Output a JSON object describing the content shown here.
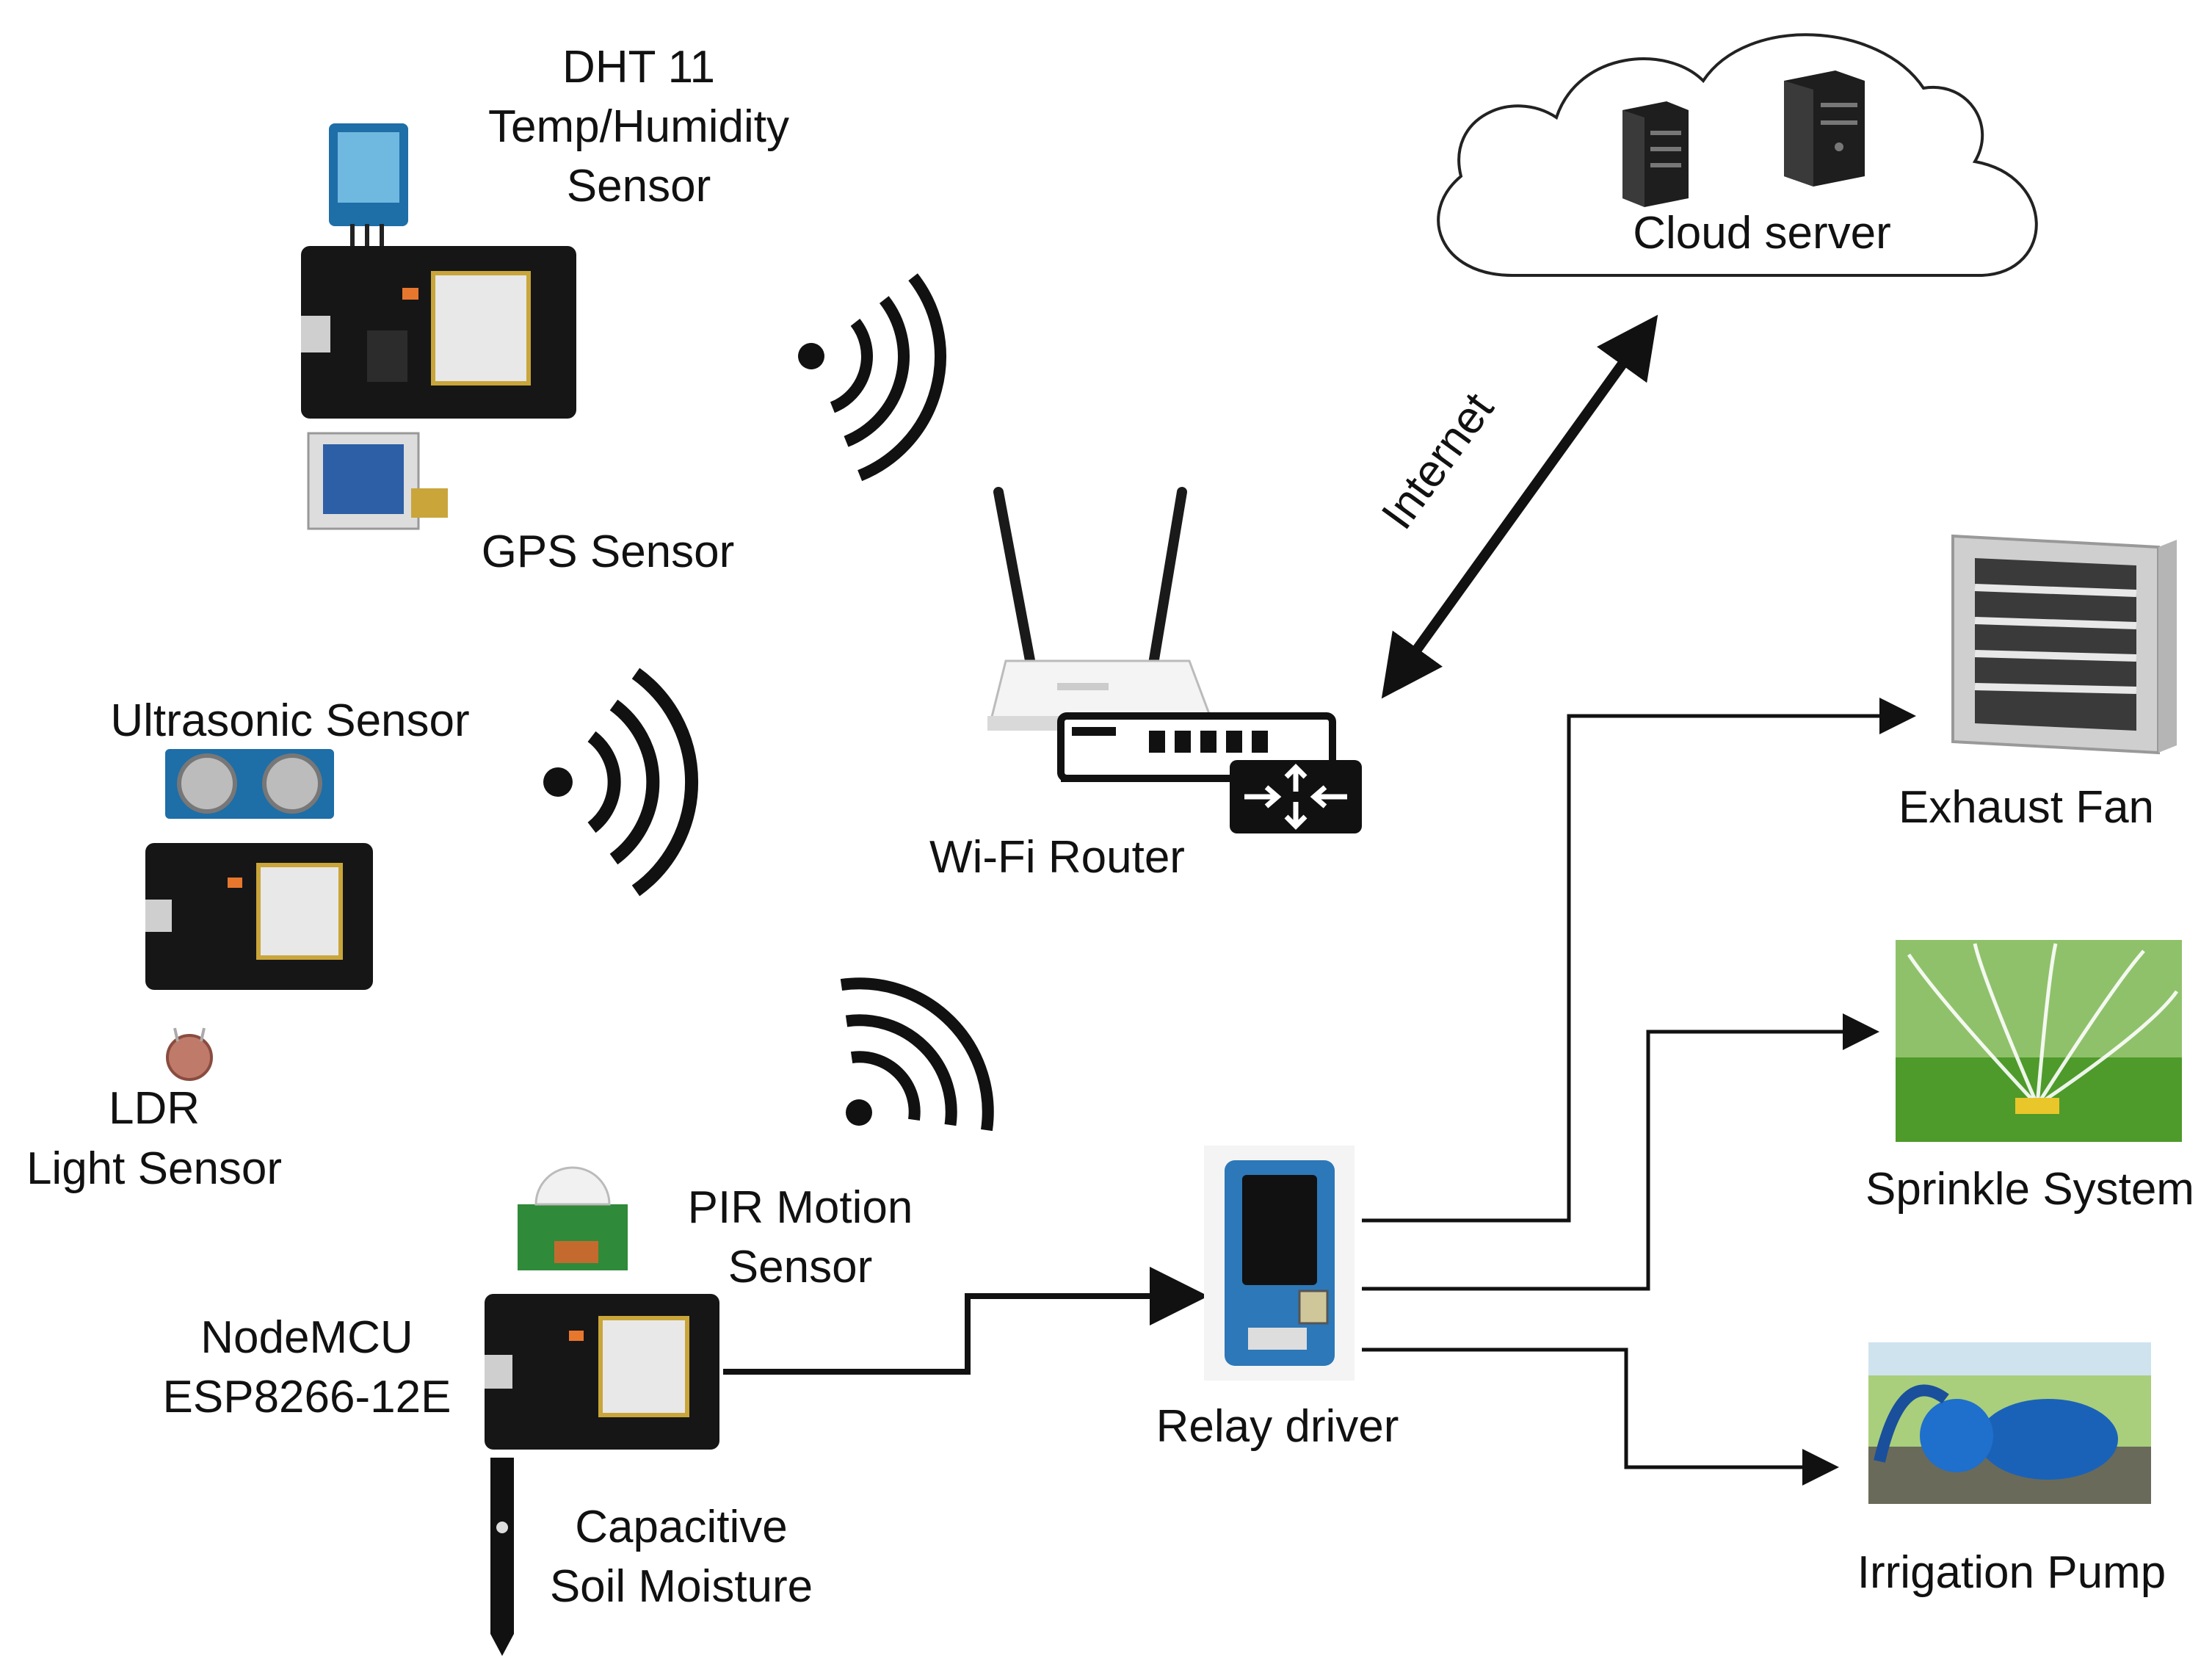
{
  "labels": {
    "dht11": [
      "DHT 11",
      "Temp/Humidity",
      "Sensor"
    ],
    "gps": "GPS Sensor",
    "ultrasonic": "Ultrasonic Sensor",
    "ldr": [
      "LDR",
      "Light Sensor"
    ],
    "pir": [
      "PIR Motion",
      "Sensor"
    ],
    "nodemcu": [
      "NodeMCU",
      "ESP8266-12E"
    ],
    "soil": [
      "Capacitive",
      "Soil Moisture"
    ],
    "router": "Wi-Fi Router",
    "cloud": "Cloud server",
    "internet": "Internet",
    "relay": "Relay driver",
    "fan": "Exhaust Fan",
    "sprinkler": "Sprinkle System",
    "pump": "Irrigation Pump"
  },
  "icons": {
    "wifi_signal": "wifi-signal-icon",
    "server": "server-icon",
    "cloud": "cloud-icon",
    "router": "router-icon",
    "board": "nodemcu-board-icon"
  },
  "colors": {
    "stroke": "#111111",
    "board": "#161616",
    "relay": "#2d78b8",
    "grass": "#4e9a2a",
    "pump": "#1a62b8"
  }
}
